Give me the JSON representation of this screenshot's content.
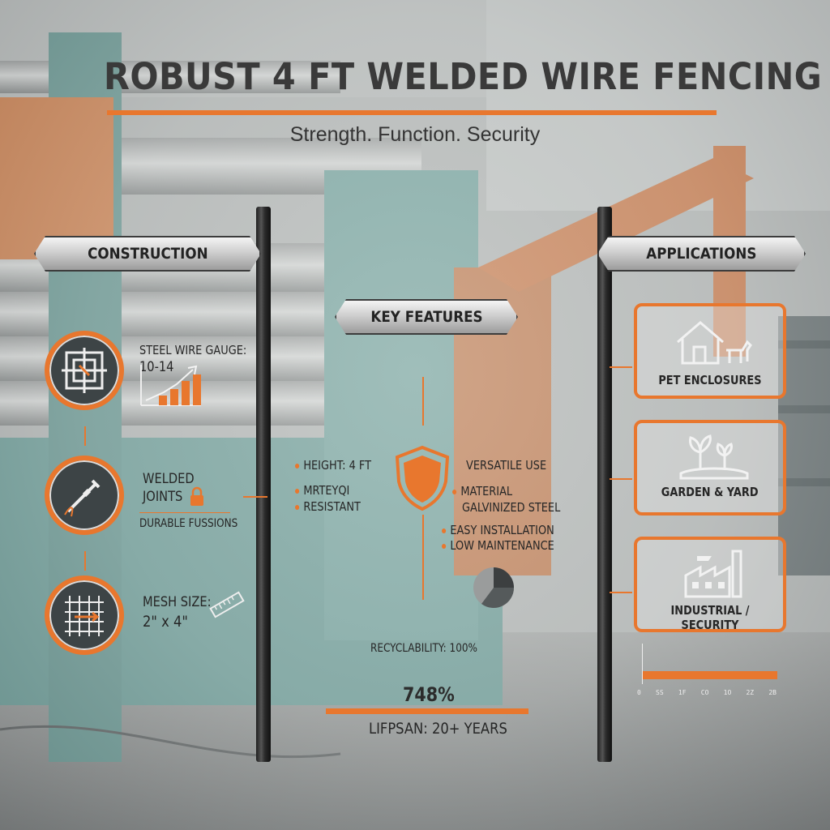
{
  "header": {
    "title": "ROBUST 4 FT WELDED WIRE FENCING",
    "subtitle": "Strength. Function. Security"
  },
  "signs": {
    "construction": "CONSTRUCTION",
    "key_features": "KEY FEATURES",
    "applications": "APPLICATIONS"
  },
  "construction": {
    "gauge_label": "STEEL WIRE GAUGE:",
    "gauge_value": "10-14",
    "welded_line1": "WELDED",
    "welded_line2": "JOINTS",
    "welded_caption": "DURABLE FUSSIONS",
    "mesh_label": "MESH SIZE:",
    "mesh_value": "2\" x 4\""
  },
  "features": {
    "left": [
      "HEIGHT: 4 FT",
      "MRTEYQI",
      "RESISTANT"
    ],
    "right_title": "VERSATILE USE",
    "right_material_1": "MATERIAL",
    "right_material_2": "GALVINIZED STEEL",
    "right_list": [
      "EASY INSTALLATION",
      "LOW MAINTENANCE"
    ]
  },
  "stats": {
    "recyclability": "RECYCLABILITY: 100%",
    "big_percent": "748%",
    "lifespan": "LIFPSAN: 20+ YEARS"
  },
  "applications": [
    {
      "label": "PET ENCLOSURES",
      "icon": "house-dog-icon"
    },
    {
      "label": "GARDEN & YARD",
      "icon": "sprout-icon"
    },
    {
      "label": "INDUSTRIAL / SECURITY",
      "icon": "factory-icon"
    }
  ],
  "mini_axis": {
    "ticks": [
      "0",
      "SS",
      "1F",
      "CO",
      "1O",
      "2Z",
      "2B"
    ]
  },
  "colors": {
    "accent": "#e8772e",
    "dark": "#262626",
    "teal": "#5f9a94"
  }
}
